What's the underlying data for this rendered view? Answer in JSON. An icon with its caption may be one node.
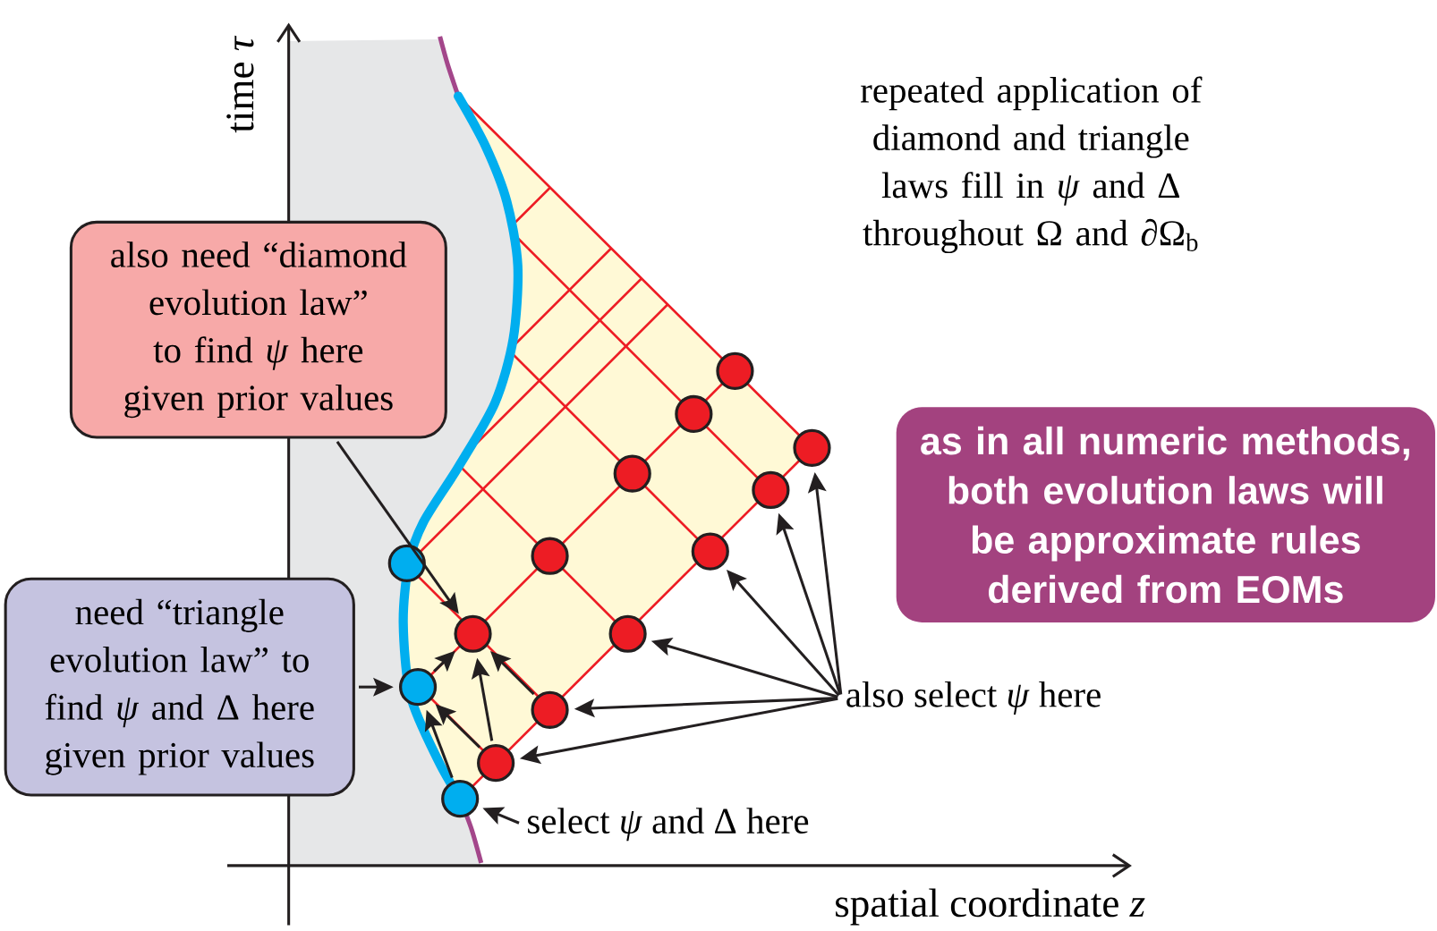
{
  "diagram": {
    "nodes": [
      {
        "text": [
          "also need “diamond evolution law” to find *ψ* here given prior values"
        ]
      },
      {
        "text": [
          "as in all numeric methods, both evolution laws will be approximate rules derived from EOMs"
        ]
      },
      {
        "text": [
          "need “triangle evolution law” to find *ψ* and Δ here given prior values"
        ]
      },
      {
        "text": [
          "also select *ψ* here"
        ]
      },
      {
        "text": [
          "select *ψ* and Δ here"
        ]
      },
      {
        "text": [],
        "shape": "circle"
      },
      {
        "text": [],
        "shape": "circle"
      },
      {
        "text": [],
        "shape": "circle"
      },
      {
        "text": [],
        "shape": "circle"
      },
      {
        "text": [],
        "shape": "circle"
      },
      {
        "text": [],
        "shape": "circle"
      },
      {
        "text": [],
        "shape": "circle"
      },
      {
        "text": [],
        "shape": "circle"
      },
      {
        "text": [],
        "shape": "circle"
      },
      {
        "text": [],
        "shape": "circle"
      },
      {
        "text": [],
        "shape": "circle"
      },
      {
        "text": [],
        "shape": "circle"
      },
      {
        "text": [],
        "shape": "circle"
      },
      {
        "text": [],
        "shape": "circle"
      }
    ],
    "edges": [
      {
        "from": 0,
        "to": 13,
        "arrow": "to"
      },
      {
        "from": 2,
        "to": 15,
        "arrow": "to"
      },
      {
        "from": 15,
        "to": 13,
        "arrow": "to"
      },
      {
        "from": 17,
        "to": 13,
        "arrow": "to"
      },
      {
        "from": 16,
        "to": 13,
        "arrow": "to"
      },
      {
        "from": 17,
        "to": 15,
        "arrow": "to"
      },
      {
        "from": 18,
        "to": 15,
        "arrow": "to"
      },
      {
        "from": 3,
        "to": 7,
        "arrow": "to"
      },
      {
        "from": 3,
        "to": 9,
        "arrow": "to"
      },
      {
        "from": 3,
        "to": 10,
        "arrow": "to"
      },
      {
        "from": 3,
        "to": 14,
        "arrow": "to"
      },
      {
        "from": 3,
        "to": 16,
        "arrow": "to"
      },
      {
        "from": 3,
        "to": 17,
        "arrow": "to"
      },
      {
        "from": 4,
        "to": 18,
        "arrow": "to"
      }
    ],
    "labels": [
      "time *τ*",
      "repeated application of diamond and triangle laws fill in *ψ* and Δ throughout Ω and ∂Ω$_{b}$",
      "spatial coordinate *z*"
    ]
  }
}
